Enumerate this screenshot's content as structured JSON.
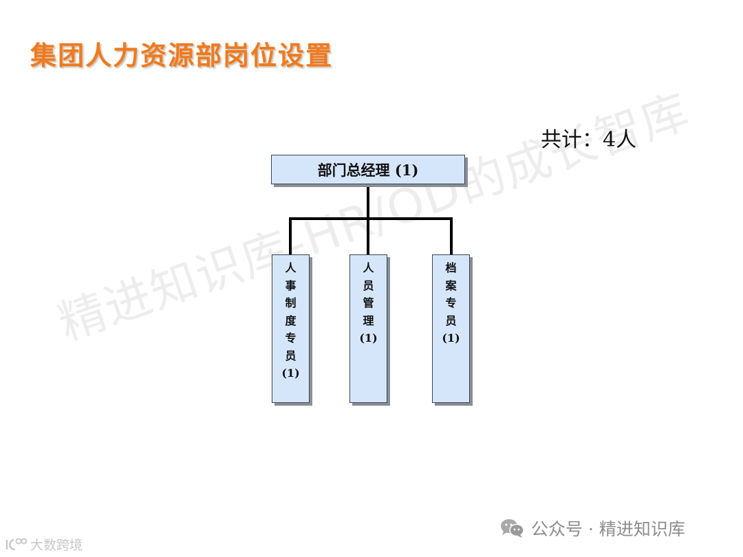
{
  "title": "集团人力资源部岗位设置",
  "total": "共计：4人",
  "org_chart": {
    "root": {
      "label": "部门总经理 (1)",
      "title": "部门总经理",
      "count": "(1)"
    },
    "children": [
      {
        "chars": [
          "人",
          "事",
          "制",
          "度",
          "专",
          "员"
        ],
        "title": "人事制度专员",
        "count": "(1)"
      },
      {
        "chars": [
          "人",
          "员",
          "管",
          "理"
        ],
        "title": "人员管理",
        "count": "(1)"
      },
      {
        "chars": [
          "档",
          "案",
          "专",
          "员"
        ],
        "title": "档案专员",
        "count": "(1)"
      }
    ]
  },
  "watermark": "精进知识库-HR/OD的成长智库",
  "footer": {
    "wechat_label": "公众号 · 精进知识库",
    "wechat_icon": "wechat-icon",
    "brand_label": "大数跨境",
    "brand_icon": "logo-icon"
  },
  "colors": {
    "title": "#f07a1e",
    "box_fill": "#d6e6fa",
    "box_border": "#3a4250",
    "connector": "#000000"
  }
}
